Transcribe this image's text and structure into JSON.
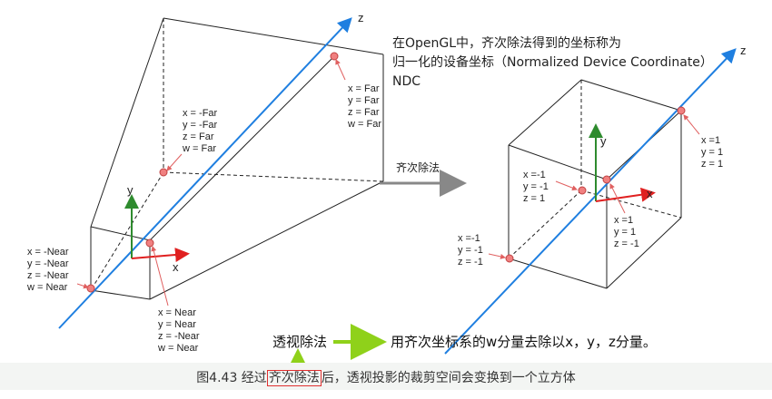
{
  "frustum": {
    "far_corner": [
      "x = Far",
      "y = Far",
      "z = Far",
      "w = Far"
    ],
    "far_mid": [
      "x = -Far",
      "y = -Far",
      "z = Far",
      "w = Far"
    ],
    "near_left": [
      "x = -Near",
      "y = -Near",
      "z = -Near",
      "w = Near"
    ],
    "near_bottom": [
      "x = Near",
      "y = Near",
      "z = -Near",
      "w = Near"
    ],
    "axis_x": "x",
    "axis_y": "y",
    "axis_z": "z"
  },
  "arrow_label": "齐次除法",
  "ndc_title": [
    "在OpenGL中，齐次除法得到的坐标称为",
    "归一化的设备坐标（Normalized Device Coordinate）",
    "NDC"
  ],
  "cube": {
    "top_right": [
      "x =1",
      "y = 1",
      "z = 1"
    ],
    "mid_left": [
      "x =-1",
      "y = -1",
      "z = 1"
    ],
    "front": [
      "x =1",
      "y = 1",
      "z = -1"
    ],
    "bottom_left": [
      "x =-1",
      "y = -1",
      "z = -1"
    ],
    "axis_x": "x",
    "axis_y": "y",
    "axis_z": "z"
  },
  "perspective_note": {
    "term": "透视除法",
    "desc": "用齐次坐标系的w分量去除以x，y，z分量。"
  },
  "caption": {
    "prefix": "图4.43 经过",
    "boxed": "齐次除法",
    "suffix": "后，透视投影的裁剪空间会变换到一个立方体"
  },
  "colors": {
    "blue_axis": "#1f7fe0",
    "red": "#e02020",
    "green": "#2e8b2e",
    "point": "#f08080"
  }
}
